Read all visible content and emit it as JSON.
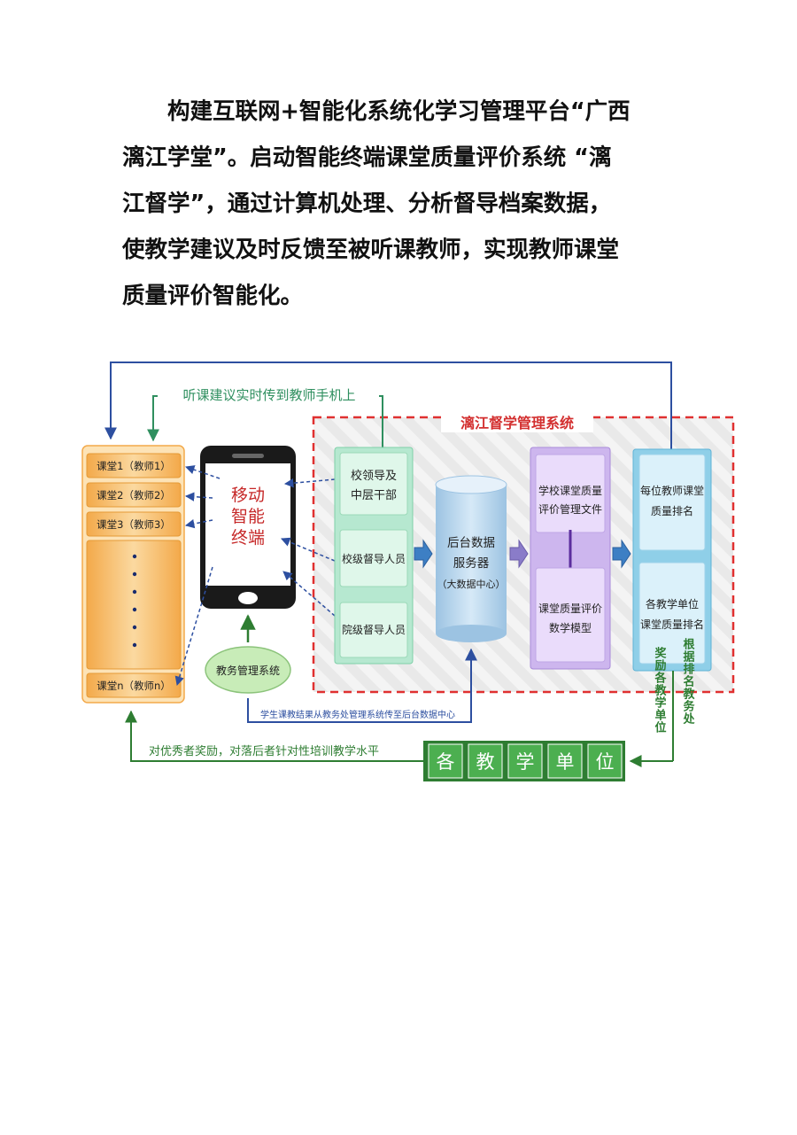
{
  "paragraph": {
    "lines": [
      "构建互联网+智能化系统化学习管理平台“广西",
      "漓江学堂”。启动智能终端课堂质量评价系统 “漓",
      "江督学”，通过计算机处理、分析督导档案数据，",
      "使教学建议及时反馈至被听课教师，实现教师课堂",
      "质量评价智能化。"
    ]
  },
  "diagram": {
    "system_title": "漓江督学管理系统",
    "top_feedback_label": "听课建议实时传到教师手机上",
    "classrooms": [
      "课堂1（教师1）",
      "课堂2（教师2）",
      "课堂3（教师3）",
      "课堂n（教师n）"
    ],
    "mobile_label_lines": [
      "移动",
      "智能",
      "终端"
    ],
    "academic_affairs": "教务管理系统",
    "supervisors": {
      "leaders_lines": [
        "校领导及",
        "中层干部"
      ],
      "school_level": "校级督导人员",
      "college_level": "院级督导人员"
    },
    "server_lines": [
      "后台数据",
      "服务器",
      "（大数据中心）"
    ],
    "eval_file_lines": [
      "学校课堂质量",
      "评价管理文件"
    ],
    "eval_model_lines": [
      "课堂质量评价",
      "数学模型"
    ],
    "ranking_teacher_lines": [
      "每位教师课堂",
      "质量排名"
    ],
    "ranking_unit_lines": [
      "各教学单位",
      "课堂质量排名"
    ],
    "student_eval_label": "学生课教结果从教务处管理系统传至后台数据中心",
    "vertical_left": "奖励各教学单位",
    "vertical_right": "根据排名教务处",
    "units_chars": [
      "各",
      "教",
      "学",
      "单",
      "位"
    ],
    "bottom_feedback_label": "对优秀者奖励，对落后者针对性培训教学水平",
    "colors": {
      "blue_line": "#2d4fa0",
      "green_line": "#2f8f5f",
      "dark_green": "#2e7d32",
      "red_dash": "#e03030",
      "title_red": "#d32f2f",
      "mobile_red": "#c62828",
      "classroom_orange": "#f4b860",
      "supervisor_box": "#c8f0d8",
      "server_blue": "#bcd8ee",
      "eval_purple": "#dcc8f4",
      "ranking_blue": "#c8e8f8",
      "units_bg": "#2e7d32"
    }
  }
}
